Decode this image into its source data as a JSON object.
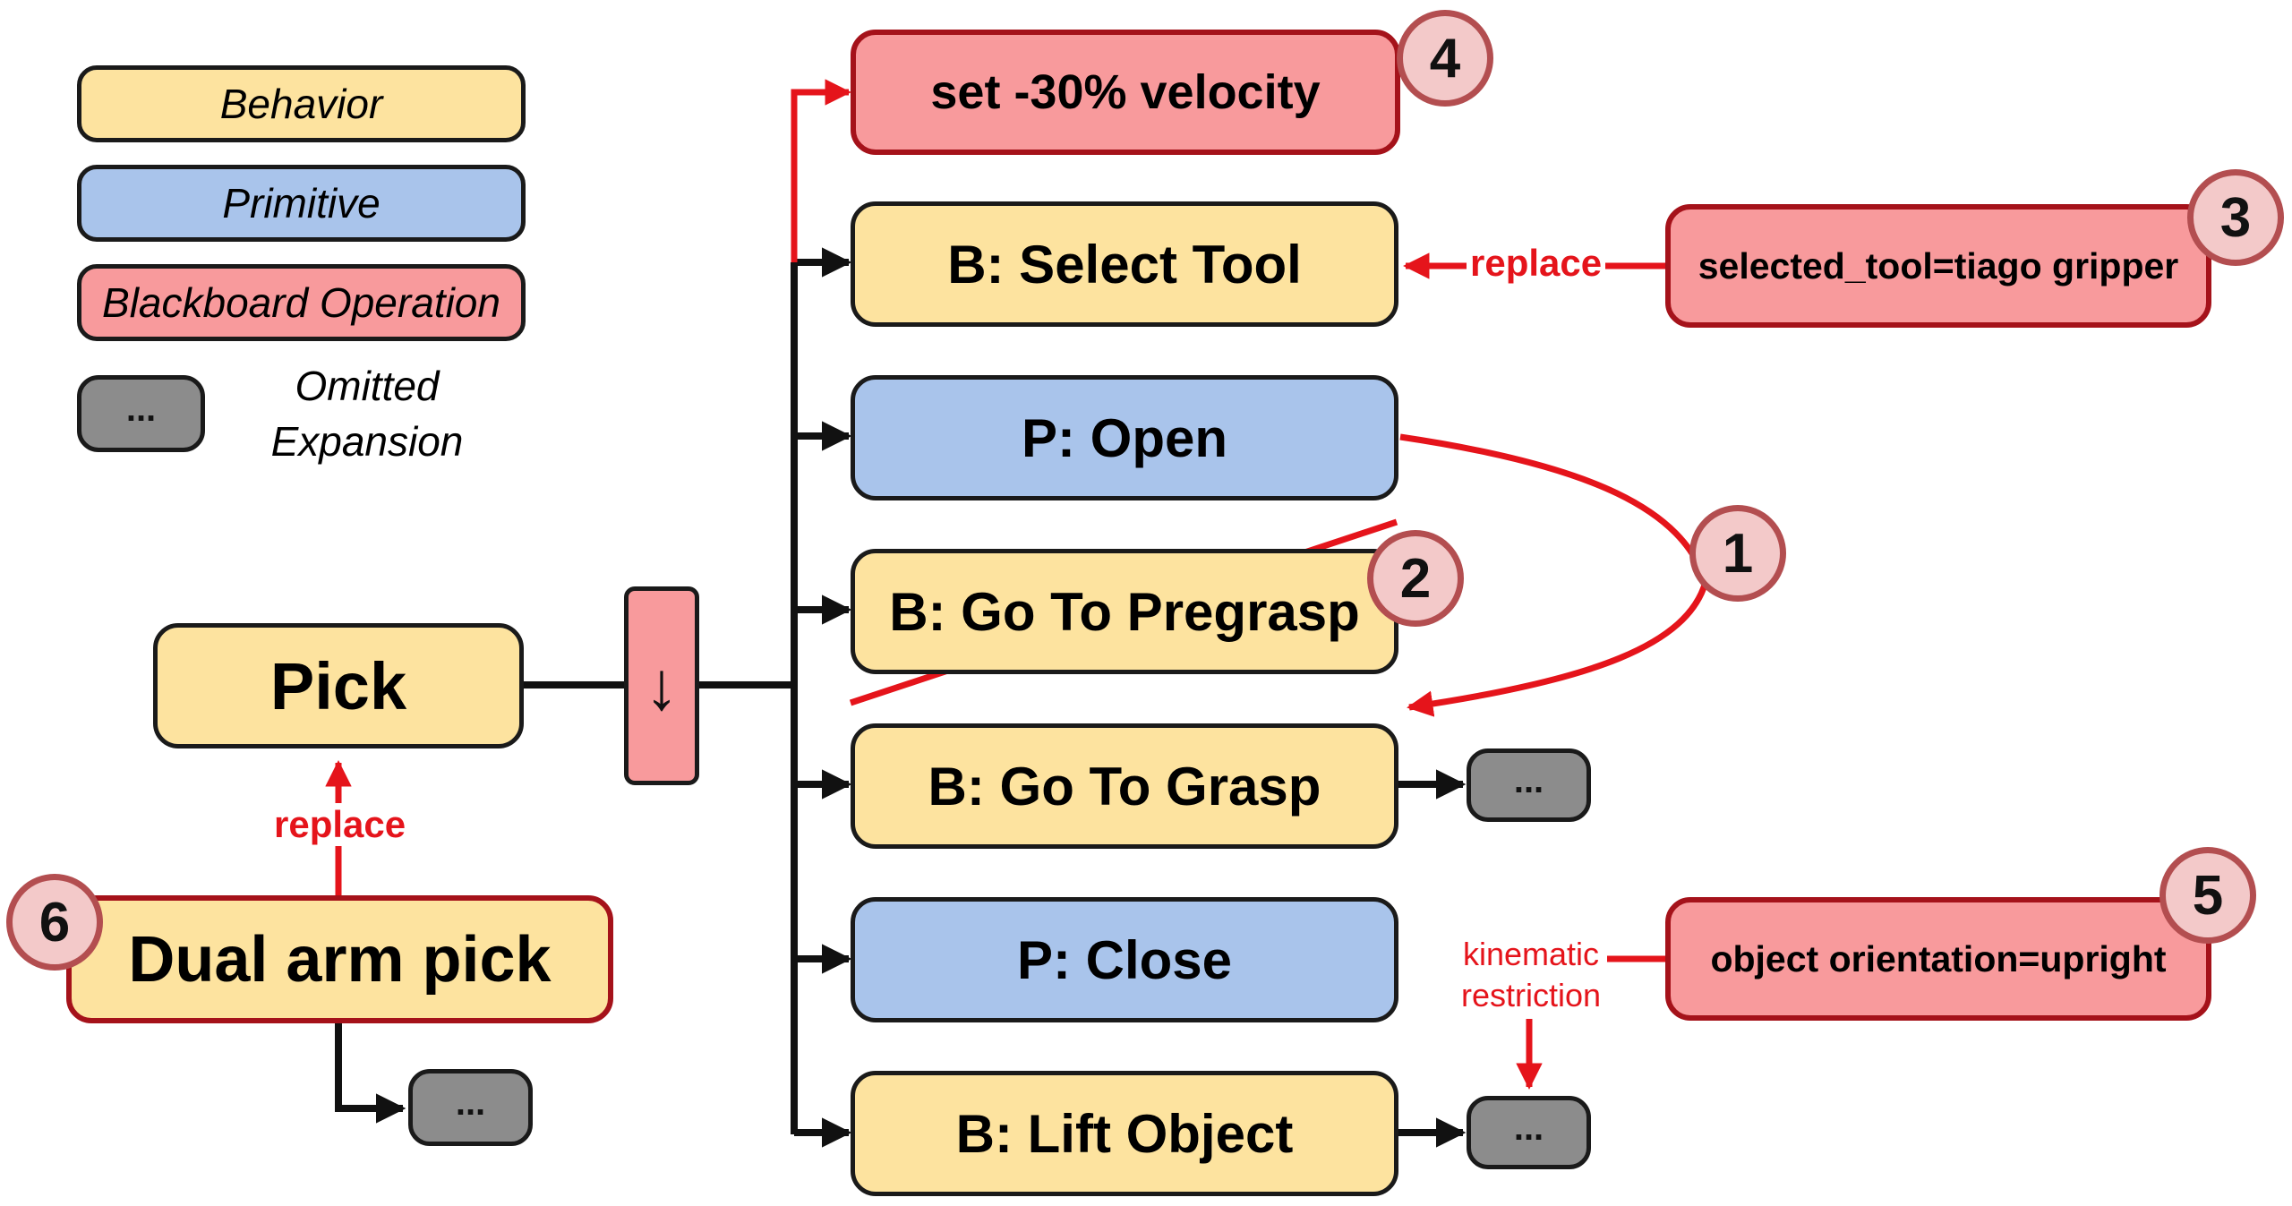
{
  "colors": {
    "behavior": "#FDE39F",
    "primitive": "#A9C4EB",
    "blackboard": "#F89A9C",
    "omitted": "#8c8c8c",
    "modification_red": "#E5141B",
    "badge_fill": "#F3C9C9",
    "badge_border": "#B34E50"
  },
  "legend": {
    "behavior": "Behavior",
    "primitive": "Primitive",
    "blackboard_operation": "Blackboard Operation",
    "omitted_symbol": "...",
    "omitted_line1": "Omitted",
    "omitted_line2": "Expansion"
  },
  "nodes": {
    "pick": "Pick",
    "sequence_symbol": "↓",
    "dual_arm_pick": "Dual arm pick",
    "set_velocity": "set -30% velocity",
    "select_tool": "B: Select Tool",
    "open": "P: Open",
    "go_to_pregrasp": "B: Go To Pregrasp",
    "go_to_grasp": "B: Go To Grasp",
    "close": "P: Close",
    "lift_object": "B: Lift Object",
    "selected_tool_op": "selected_tool=tiago gripper",
    "orientation_op": "object orientation=upright",
    "omitted": "..."
  },
  "edge_labels": {
    "replace_tool": "replace",
    "replace_pick": "replace",
    "kinematic_line1": "kinematic",
    "kinematic_line2": "restriction"
  },
  "badges": [
    "1",
    "2",
    "3",
    "4",
    "5",
    "6"
  ]
}
